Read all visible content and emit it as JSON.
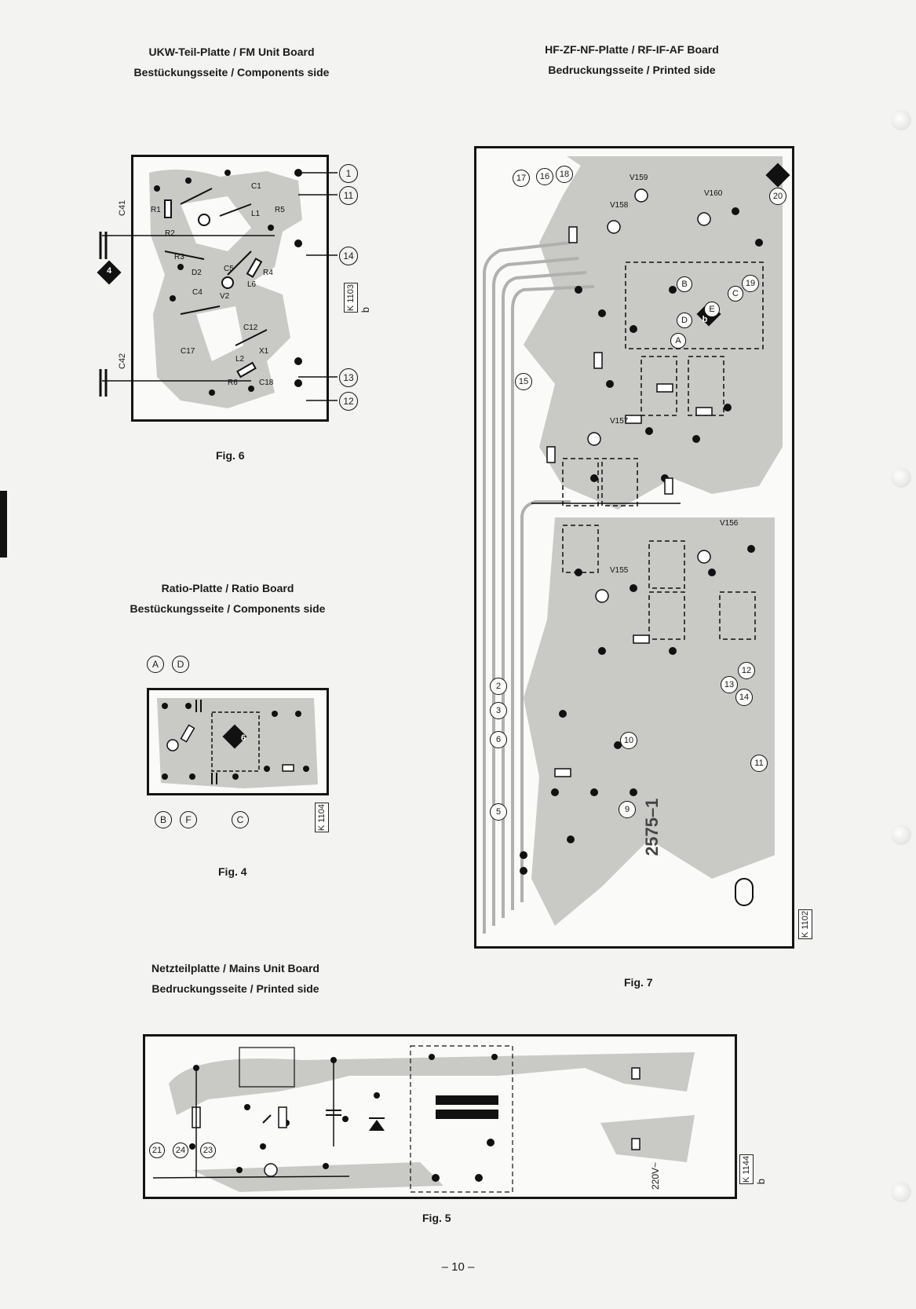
{
  "page": {
    "number": "– 10 –"
  },
  "fm_unit": {
    "title_line1": "UKW-Teil-Platte / FM Unit Board",
    "title_line2": "Bestückungsseite / Components side",
    "figure": "Fig. 6",
    "code": "K 1103",
    "code_suffix": "b",
    "pins": [
      "1",
      "11",
      "14",
      "13",
      "12"
    ],
    "diamond": "4",
    "ext_caps": [
      "C41",
      "C42"
    ]
  },
  "rf_board": {
    "title_line1": "HF-ZF-NF-Platte / RF-IF-AF Board",
    "title_line2": "Bedruckungsseite / Printed side",
    "figure": "Fig. 7",
    "code": "K 1102",
    "board_number": "2575–1",
    "pins_top": [
      "17",
      "16",
      "18"
    ],
    "pins_left": [
      "15",
      "2",
      "3",
      "6",
      "5",
      "9",
      "10",
      "11",
      "12",
      "13",
      "14",
      "19",
      "20"
    ],
    "test_points": [
      "A",
      "B",
      "C",
      "D",
      "E"
    ],
    "diamond": "b",
    "transistors": [
      "V160",
      "V159",
      "V158",
      "V157",
      "V156",
      "V155"
    ]
  },
  "ratio": {
    "title_line1": "Ratio-Platte / Ratio Board",
    "title_line2": "Bestückungsseite / Components side",
    "figure": "Fig. 4",
    "code": "K 1104",
    "top_points": [
      "A",
      "D"
    ],
    "bottom_points": [
      "B",
      "F",
      "C"
    ],
    "diamond": "6"
  },
  "mains": {
    "title_line1": "Netzteilplatte / Mains Unit Board",
    "title_line2": "Bedruckungsseite / Printed side",
    "figure": "Fig. 5",
    "code": "K 1144",
    "code_suffix": "b",
    "pins": [
      "21",
      "24",
      "23"
    ],
    "voltage": "220V~"
  }
}
